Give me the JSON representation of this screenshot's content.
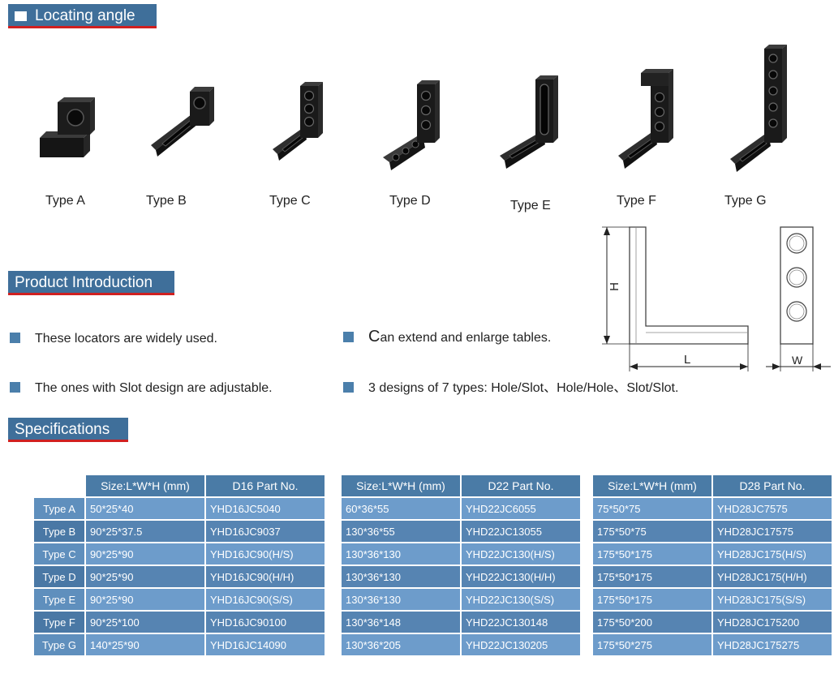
{
  "sections": {
    "locating_angle": "Locating angle",
    "product_intro": "Product Introduction",
    "specifications": "Specifications"
  },
  "types": [
    "Type A",
    "Type B",
    "Type C",
    "Type D",
    "Type E",
    "Type F",
    "Type G"
  ],
  "intro": {
    "b1": "These locators are widely used.",
    "b2_first": "C",
    "b2_rest": "an extend and enlarge tables.",
    "b3": "The ones with Slot design are adjustable.",
    "b4": "3 designs of 7 types: Hole/Slot、Hole/Hole、Slot/Slot."
  },
  "diagram": {
    "h": "H",
    "l": "L",
    "w": "W"
  },
  "tables": [
    {
      "headers": [
        "Size:L*W*H (mm)",
        "D16 Part No."
      ],
      "rows": [
        [
          "50*25*40",
          "YHD16JC5040"
        ],
        [
          "90*25*37.5",
          "YHD16JC9037"
        ],
        [
          "90*25*90",
          "YHD16JC90(H/S)"
        ],
        [
          "90*25*90",
          "YHD16JC90(H/H)"
        ],
        [
          "90*25*90",
          "YHD16JC90(S/S)"
        ],
        [
          "90*25*100",
          "YHD16JC90100"
        ],
        [
          "140*25*90",
          "YHD16JC14090"
        ]
      ]
    },
    {
      "headers": [
        "Size:L*W*H (mm)",
        "D22 Part No."
      ],
      "rows": [
        [
          "60*36*55",
          "YHD22JC6055"
        ],
        [
          "130*36*55",
          "YHD22JC13055"
        ],
        [
          "130*36*130",
          "YHD22JC130(H/S)"
        ],
        [
          "130*36*130",
          "YHD22JC130(H/H)"
        ],
        [
          "130*36*130",
          "YHD22JC130(S/S)"
        ],
        [
          "130*36*148",
          "YHD22JC130148"
        ],
        [
          "130*36*205",
          "YHD22JC130205"
        ]
      ]
    },
    {
      "headers": [
        "Size:L*W*H (mm)",
        "D28 Part No."
      ],
      "rows": [
        [
          "75*50*75",
          "YHD28JC7575"
        ],
        [
          "175*50*75",
          "YHD28JC17575"
        ],
        [
          "175*50*175",
          "YHD28JC175(H/S)"
        ],
        [
          "175*50*175",
          "YHD28JC175(H/H)"
        ],
        [
          "175*50*175",
          "YHD28JC175(S/S)"
        ],
        [
          "175*50*200",
          "YHD28JC175200"
        ],
        [
          "175*50*275",
          "YHD28JC175275"
        ]
      ]
    }
  ]
}
